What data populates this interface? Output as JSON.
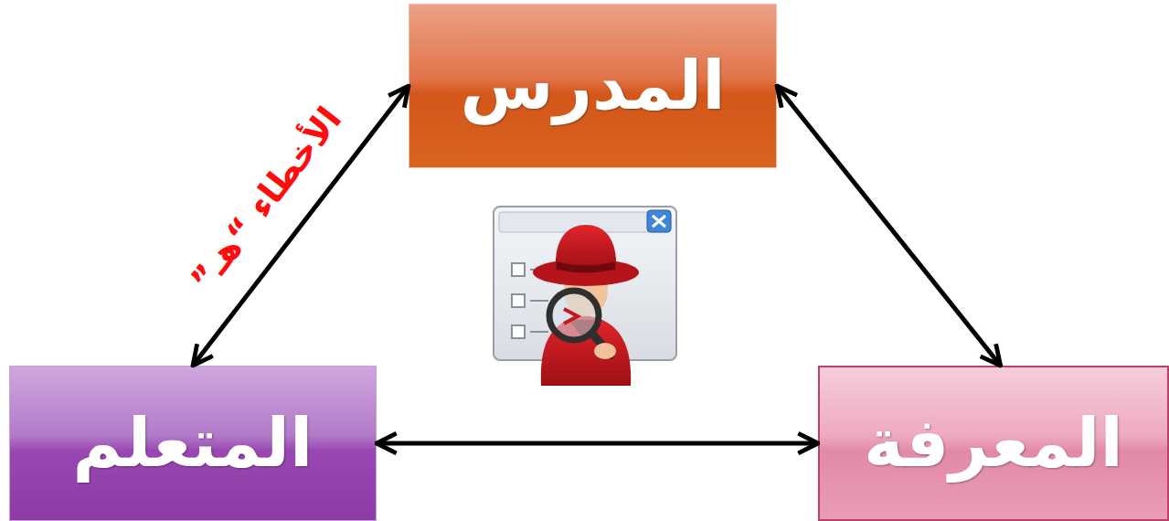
{
  "diagram": {
    "nodes": [
      {
        "text": [
          "المدرس"
        ]
      },
      {
        "text": [
          "المتعلم"
        ]
      },
      {
        "text": [
          "المعرفة"
        ]
      }
    ],
    "edges": [
      {
        "from": 0,
        "to": 1,
        "arrow": "both",
        "label": "الأخطاء “هـ”"
      },
      {
        "from": 0,
        "to": 2,
        "arrow": "both"
      },
      {
        "from": 1,
        "to": 2,
        "arrow": "both"
      }
    ]
  }
}
